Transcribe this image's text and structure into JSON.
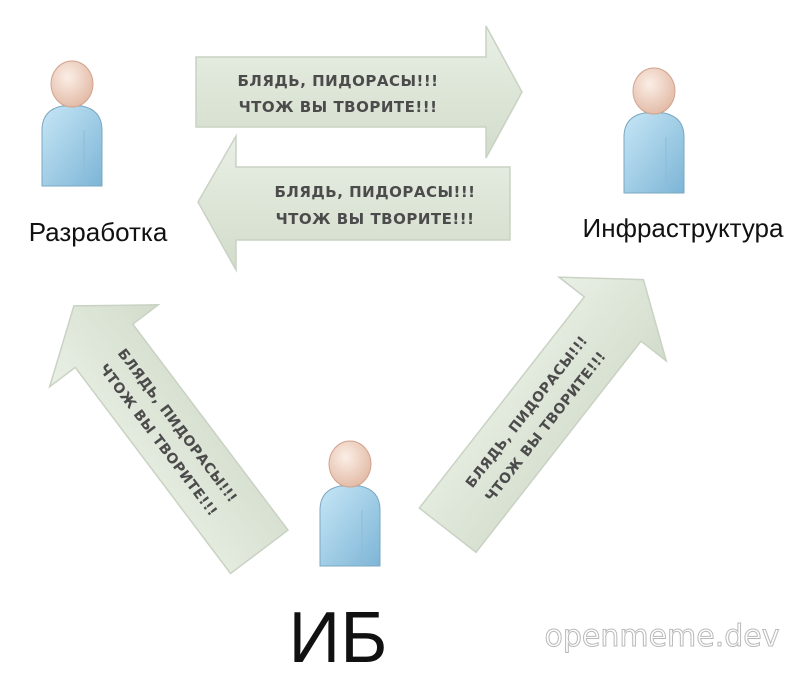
{
  "nodes": {
    "development": {
      "label": "Разработка"
    },
    "infrastructure": {
      "label": "Инфраструктура"
    },
    "security": {
      "label": "ИБ"
    }
  },
  "arrows": {
    "dev_to_infra": {
      "line1": "БЛЯДЬ, ПИДОРАСЫ!!!",
      "line2": "ЧТОЖ ВЫ ТВОРИТЕ!!!"
    },
    "infra_to_dev": {
      "line1": "БЛЯДЬ, ПИДОРАСЫ!!!",
      "line2": "ЧТОЖ ВЫ ТВОРИТЕ!!!"
    },
    "sec_to_dev": {
      "line1": "БЛЯДЬ, ПИДОРАСЫ!!!",
      "line2": "ЧТОЖ ВЫ ТВОРИТЕ!!!"
    },
    "sec_to_infra": {
      "line1": "БЛЯДЬ, ПИДОРАСЫ!!!",
      "line2": "ЧТОЖ ВЫ ТВОРИТЕ!!!"
    }
  },
  "watermark": "openmeme.dev",
  "colors": {
    "arrow_fill": "#dfe7da",
    "person_head": "#f1d4c4",
    "person_body": "#a9d3ea"
  },
  "icons": [
    "person-icon"
  ]
}
